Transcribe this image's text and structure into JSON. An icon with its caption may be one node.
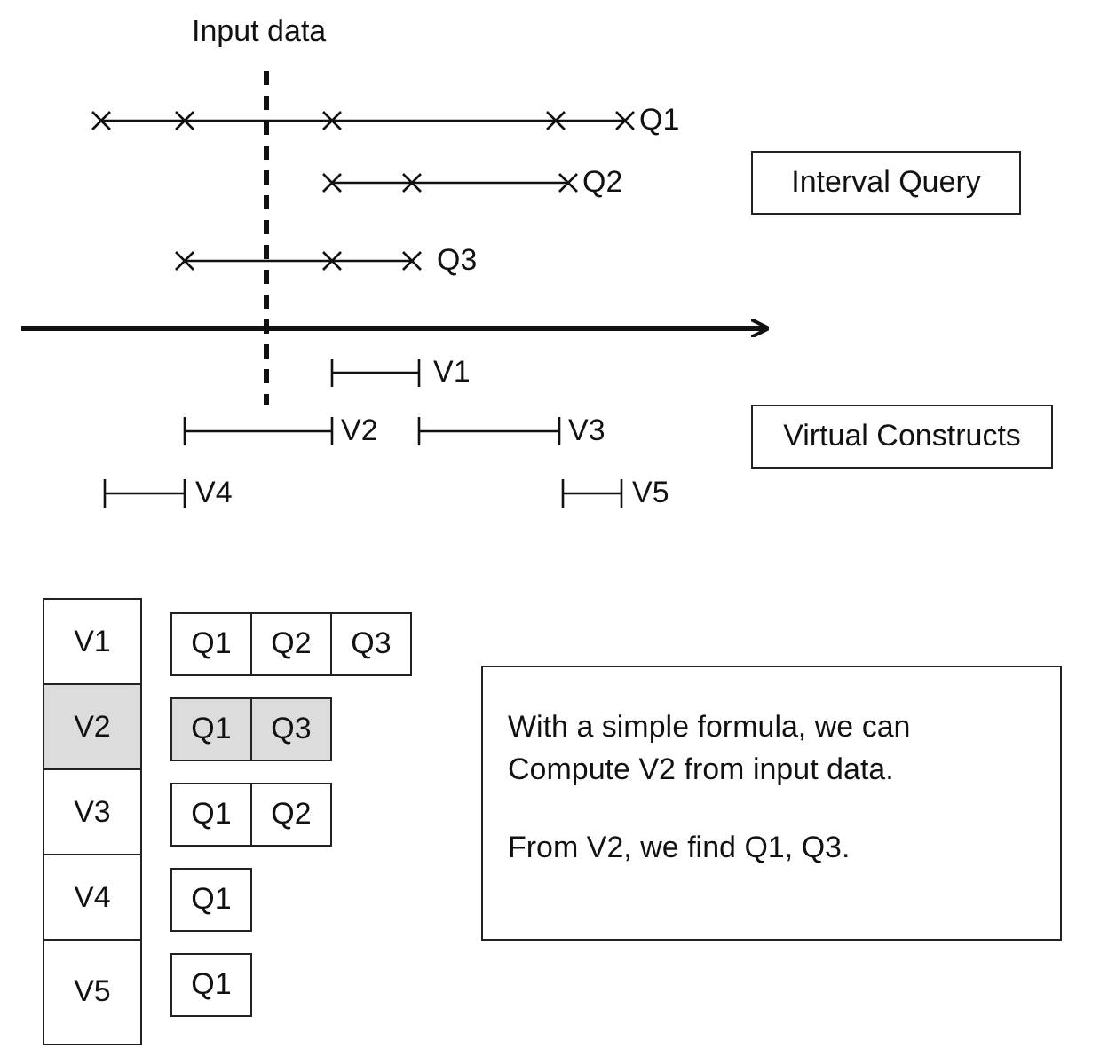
{
  "diagram": {
    "nodes": [
      {
        "text": [
          "Interval Query"
        ]
      },
      {
        "text": [
          "Virtual Constructs"
        ]
      },
      {
        "text": [
          "With a simple formula, we can Compute V2 from input data.",
          "From V2, we find Q1, Q3."
        ]
      }
    ],
    "labels": [
      "Input data",
      "Q1",
      "Q2",
      "Q3",
      "V1",
      "V2",
      "V3",
      "V4",
      "V5",
      "V1",
      "Q1",
      "Q2",
      "Q3",
      "V2",
      "Q1",
      "Q3",
      "V3",
      "Q1",
      "Q2",
      "V4",
      "Q1",
      "V5",
      "Q1"
    ]
  }
}
